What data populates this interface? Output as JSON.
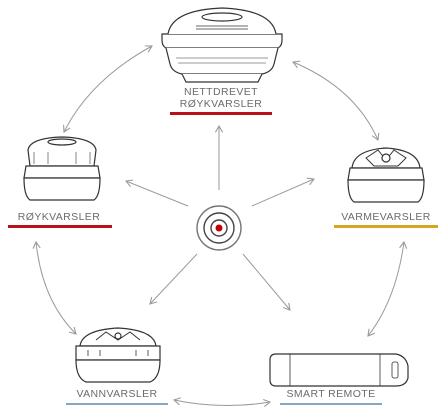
{
  "title": "",
  "nodes": {
    "nettdrevet": {
      "line1": "NETTDREVET",
      "line2": "RØYKVARSLER",
      "accent": "#b5121b"
    },
    "roykvarsler": {
      "label": "RØYKVARSLER",
      "accent": "#b5121b"
    },
    "varmevarsler": {
      "label": "VARMEVARSLER",
      "accent": "#d6a622"
    },
    "vannvarsler": {
      "label": "VANNVARSLER",
      "accent": "#8aa6bd"
    },
    "smartremote": {
      "label": "SMART REMOTE",
      "accent": "#8aa6bd"
    }
  },
  "colors": {
    "line": "#9a9a9a",
    "device": "#333333",
    "center_dot": "#c00000"
  },
  "center_icon": "wireless-signal-icon"
}
